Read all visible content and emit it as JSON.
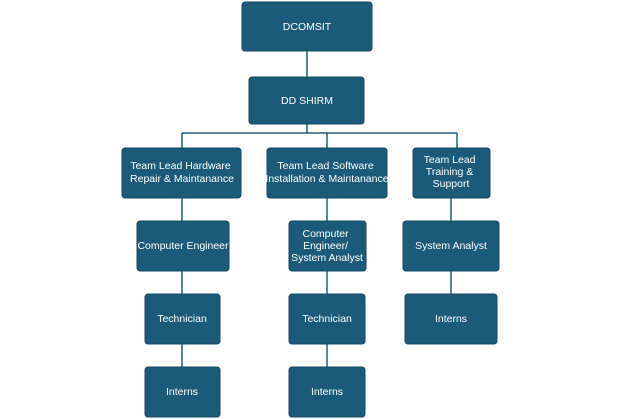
{
  "diagram": {
    "colors": {
      "box_fill": "#1b5b79",
      "box_border": "#164a63",
      "connector": "#1f5f78",
      "text": "#ffffff",
      "background": "#ffffff"
    },
    "nodes": {
      "dcomsit": {
        "lines": [
          "DCOMSIT"
        ]
      },
      "dd_shirm": {
        "lines": [
          "DD SHIRM"
        ]
      },
      "tl_hardware": {
        "lines": [
          "Team Lead Hardware",
          "Repair & Maintanance"
        ]
      },
      "tl_software": {
        "lines": [
          "Team Lead Software",
          "Installation & Maintanance"
        ]
      },
      "tl_training": {
        "lines": [
          "Team Lead",
          "Training &",
          "Support"
        ]
      },
      "hw_engineer": {
        "lines": [
          "Computer Engineer"
        ]
      },
      "sw_engineer": {
        "lines": [
          "Computer",
          "Engineer/",
          "System Analyst"
        ]
      },
      "tr_analyst": {
        "lines": [
          "System Analyst"
        ]
      },
      "hw_technician": {
        "lines": [
          "Technician"
        ]
      },
      "sw_technician": {
        "lines": [
          "Technician"
        ]
      },
      "tr_interns": {
        "lines": [
          "Interns"
        ]
      },
      "hw_interns": {
        "lines": [
          "Interns"
        ]
      },
      "sw_interns": {
        "lines": [
          "Interns"
        ]
      }
    }
  }
}
